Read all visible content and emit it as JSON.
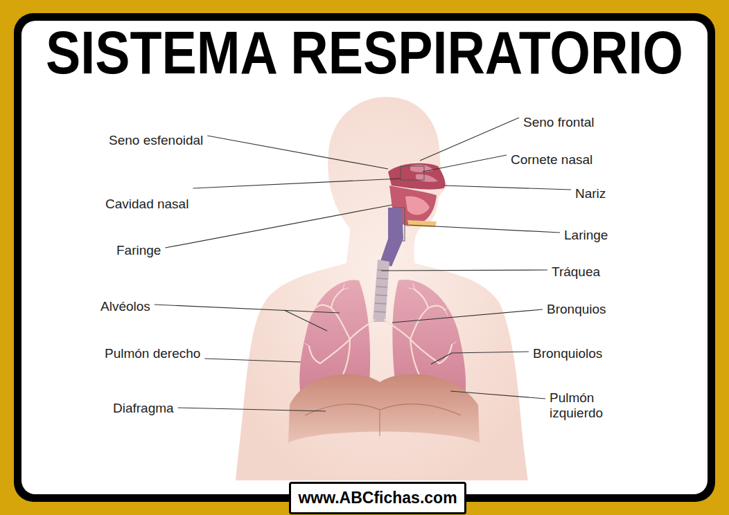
{
  "diagram": {
    "title": "SISTEMA RESPIRATORIO",
    "labels": [
      "Seno esfenoidal",
      "Cavidad nasal",
      "Faringe",
      "Alvéolos",
      "Pulmón derecho",
      "Diafragma",
      "Seno frontal",
      "Cornete nasal",
      "Nariz",
      "Laringe",
      "Tráquea",
      "Bronquios",
      "Bronquiolos",
      "Pulmón izquierdo",
      "www.ABCfichas.com"
    ]
  }
}
